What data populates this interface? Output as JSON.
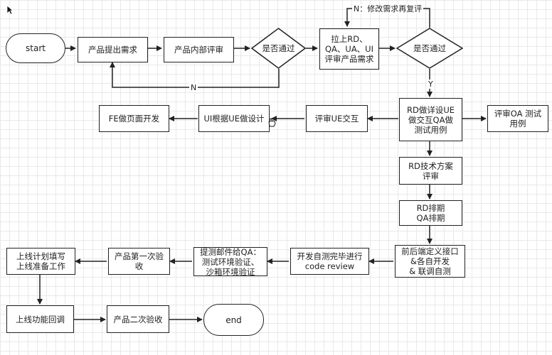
{
  "nodes": {
    "start": "start",
    "product_request": "产品提出需求",
    "product_review": "产品内部评审",
    "decision1": "是否通过",
    "pull_team_review": "拉上RD、\nQA、UA、UI\n评审产品需求",
    "decision2": "是否通过",
    "rd_design": "RD做详设UE\n做交互QA做\n测试用例",
    "review_qa": "评审OA 测试\n用例",
    "review_ue": "评审UE交互",
    "ui_design": "UI根据UE做设计",
    "fe_dev": "FE做页面开发",
    "rd_tech_review": "RD技术方案\n评审",
    "rd_schedule": "RD排期\nQA排期",
    "api_dev": "前后端定义接口\n&各自开发\n& 联调自测",
    "code_review": "开发自测完毕进行\ncode review",
    "email_qa": "提测邮件给QA：\n测试环境验证、\n沙箱环境验证",
    "acceptance1": "产品第一次验\n收",
    "release_plan": "上线计划填写\n上线准备工作",
    "release_check": "上线功能回调",
    "acceptance2": "产品二次验收",
    "end": "end"
  },
  "edge_labels": {
    "n_modify": "N：修改需求再复评",
    "n_back": "N",
    "y_pass": "Y"
  },
  "colors": {
    "stroke": "#222222",
    "grid": "#e9e9e9",
    "fill": "#ffffff"
  }
}
